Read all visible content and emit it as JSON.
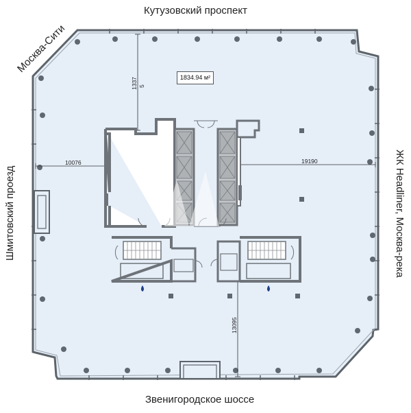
{
  "streets": {
    "top": "Кутузовский проспект",
    "bottom": "Звенигородское шоссе",
    "left": "Шмитовский проезд",
    "right": "ЖК Headliner, Москва-река",
    "corner": "Москва-Сити"
  },
  "area": {
    "value": "1834.94 м²"
  },
  "dimensions": {
    "core_to_north_a": "1337",
    "core_to_north_b": "5",
    "west_span": "10076",
    "east_span": "19190",
    "south_span": "13095"
  },
  "colors": {
    "floor": "#e6eef8",
    "walls": "#6d7378",
    "columns": "#5f6870",
    "elevator": "#9da2a6",
    "accent": "#1f3f88"
  }
}
